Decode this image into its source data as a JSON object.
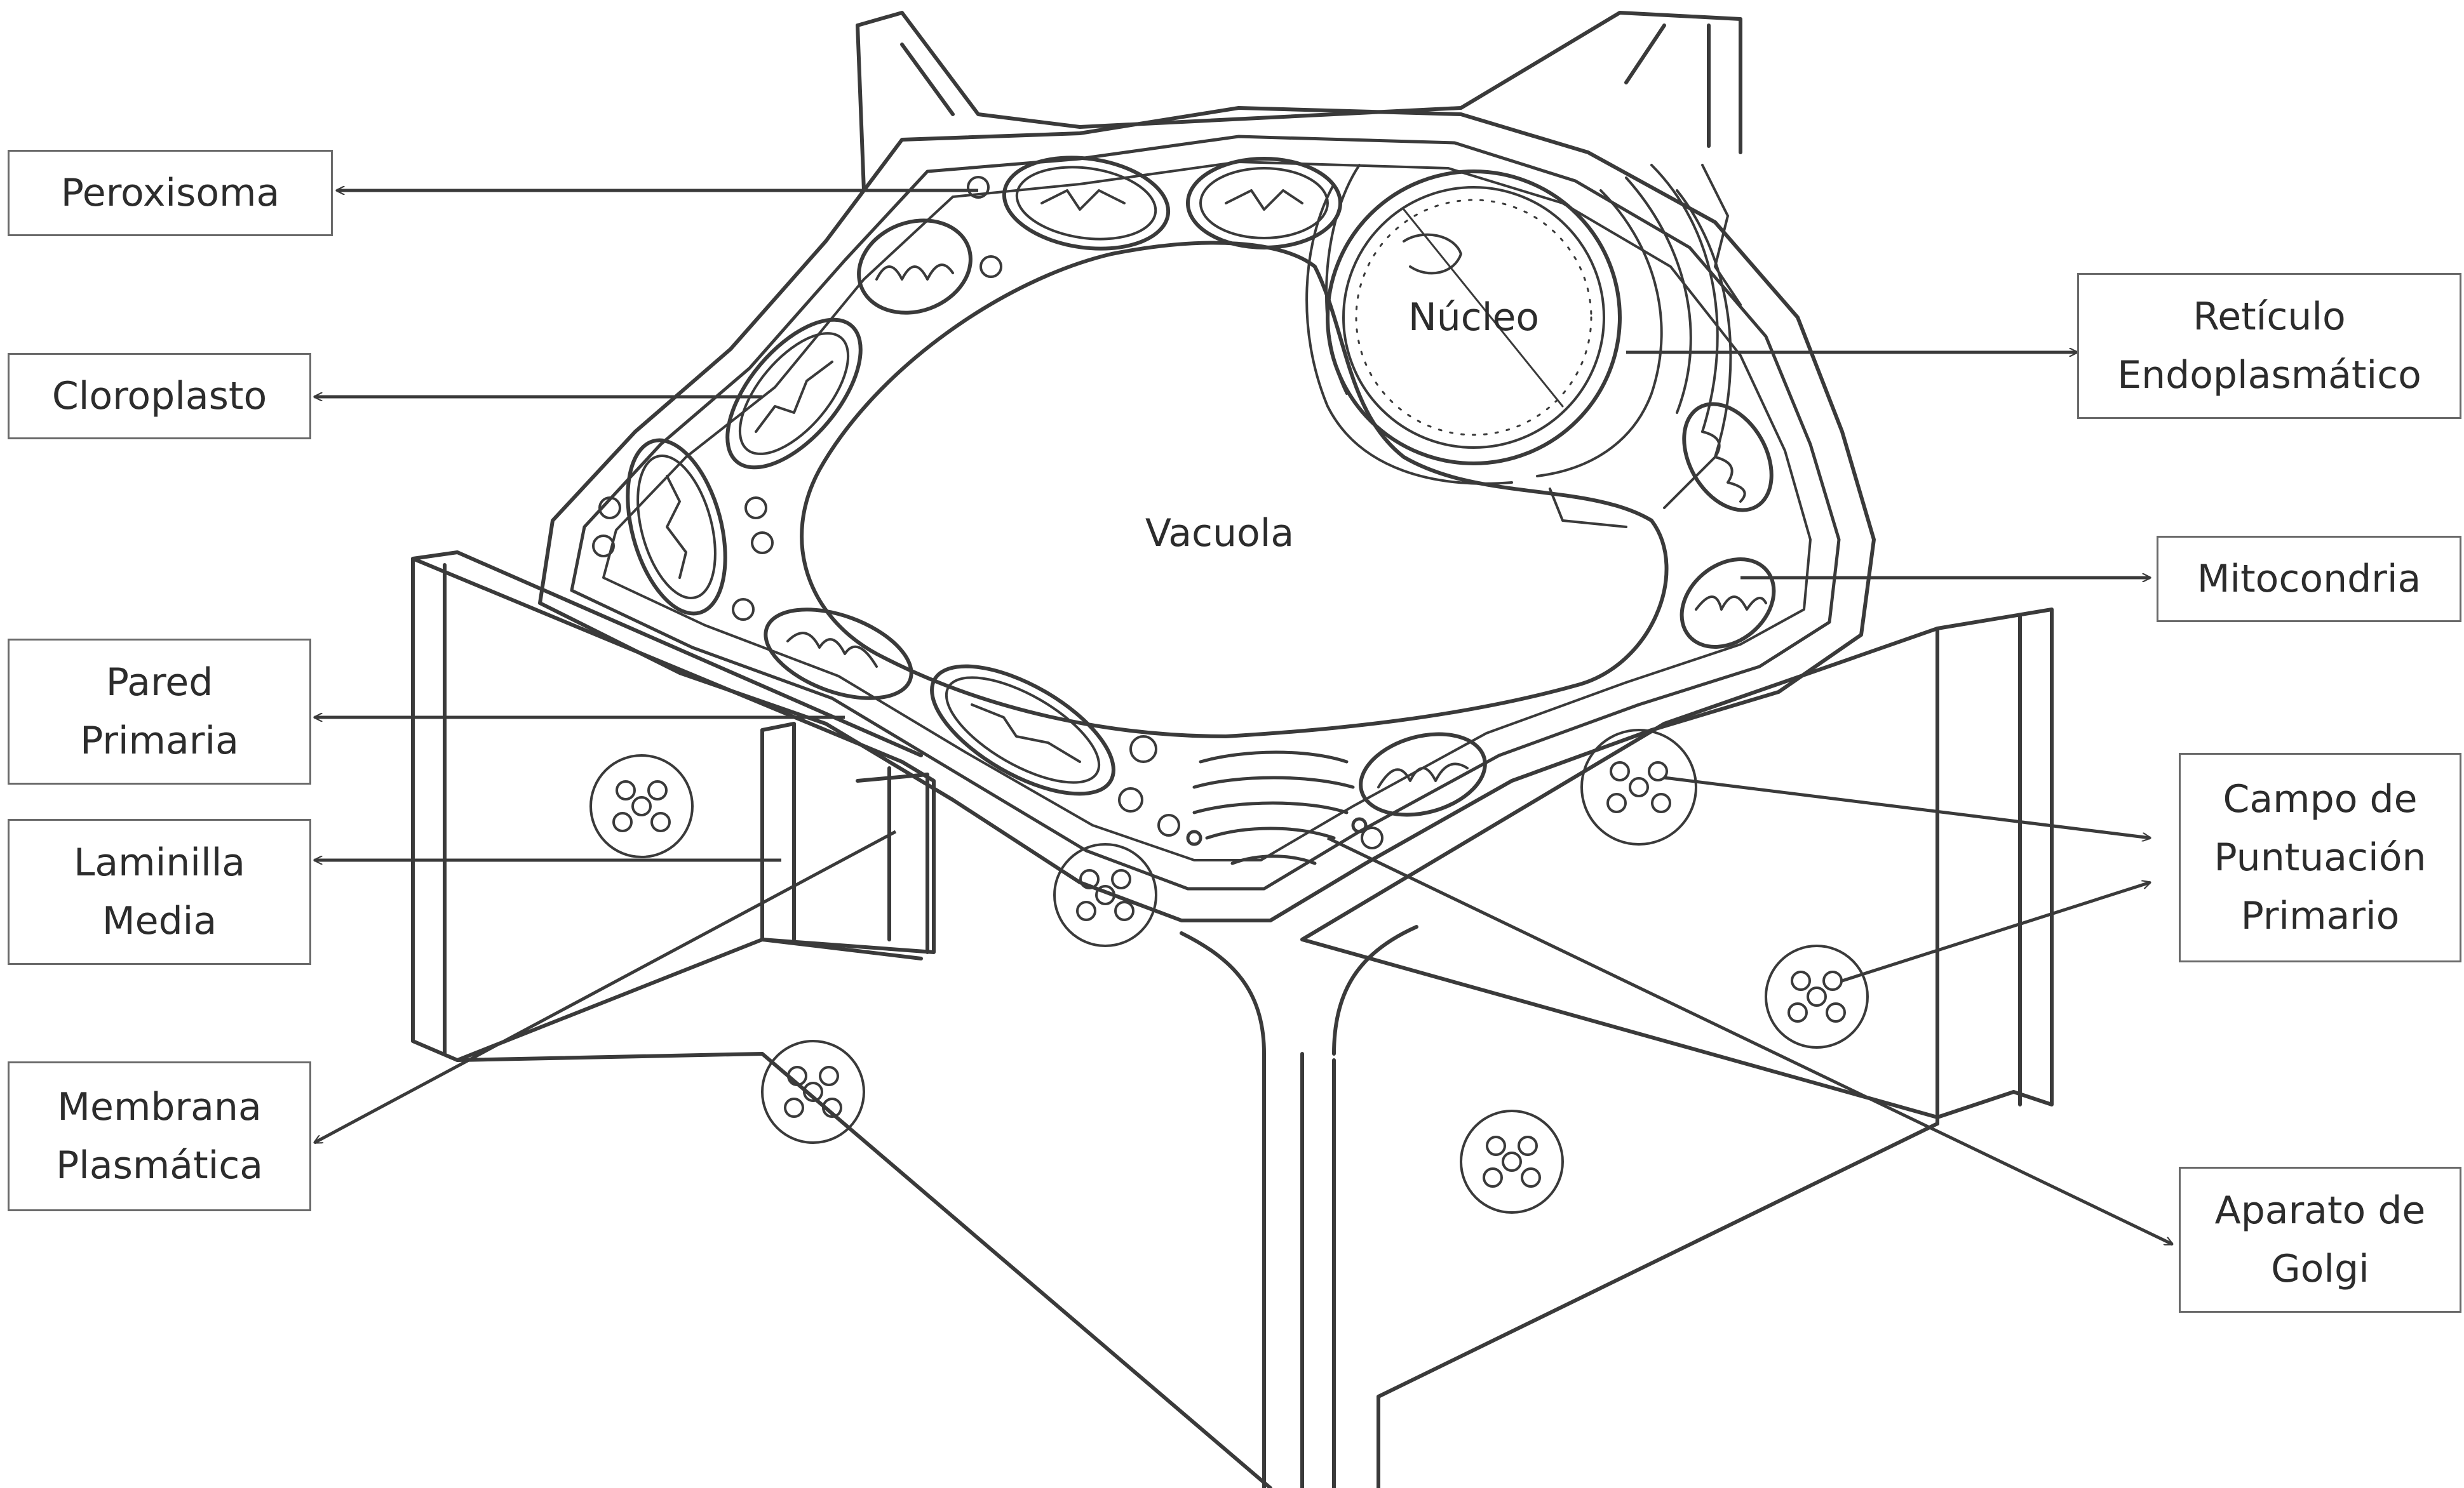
{
  "labels": {
    "peroxisoma": "Peroxisoma",
    "cloroplasto": "Cloroplasto",
    "pared_primaria": [
      "Pared",
      "Primaria"
    ],
    "laminilla_media": [
      "Laminilla",
      "Media"
    ],
    "membrana_plasmatica": [
      "Membrana",
      "Plasmática"
    ],
    "reticulo_endoplasmatico": [
      "Retículo",
      "Endoplasmático"
    ],
    "mitocondria": "Mitocondria",
    "campo_puntuacion": [
      "Campo de",
      "Puntuación",
      "Primario"
    ],
    "aparato_golgi": [
      "Aparato de",
      "Golgi"
    ]
  },
  "inner_labels": {
    "nucleo": "Núcleo",
    "vacuola": "Vacuola"
  },
  "colors": {
    "line": "#3a3a3a",
    "box_border": "#6a6a6a",
    "text": "#2c2c2c"
  }
}
